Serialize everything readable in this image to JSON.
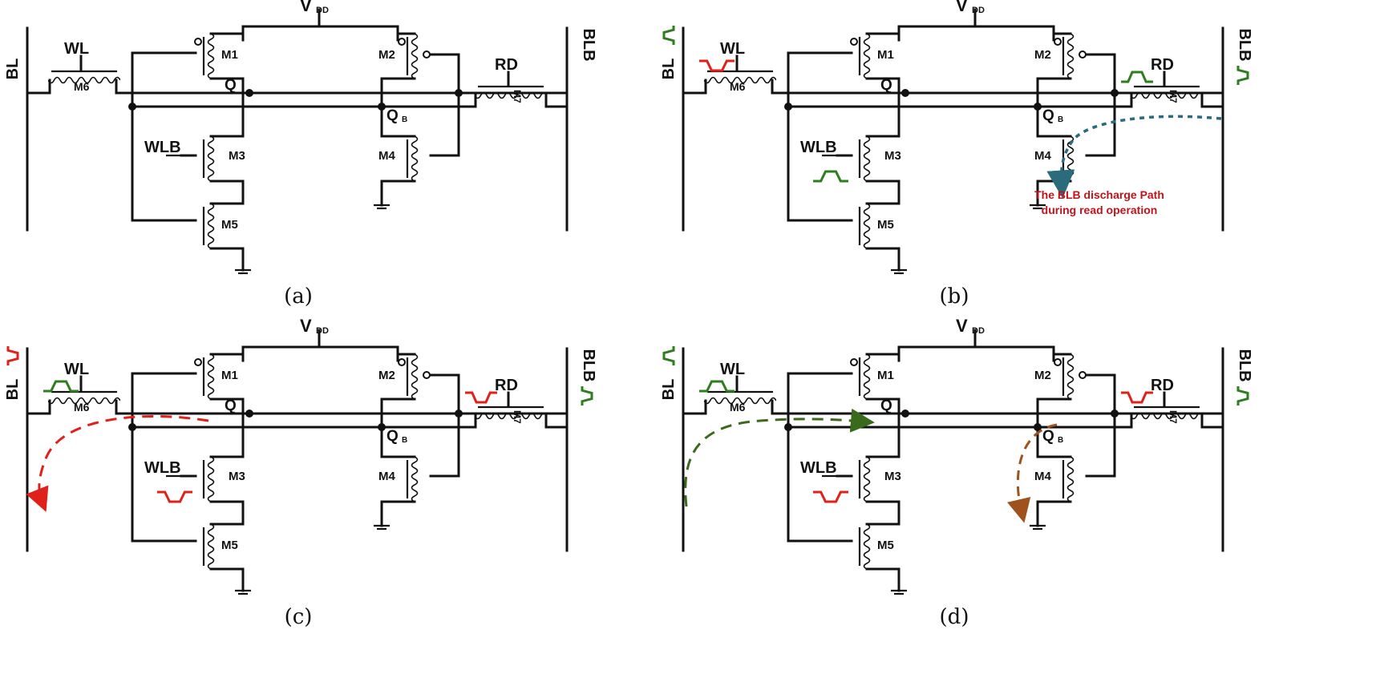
{
  "colors": {
    "wire": "#111111",
    "node_q": "#3a7a1c",
    "node_qb": "#b5651d",
    "pulse_green": "#2e7d1e",
    "pulse_red": "#e0201a",
    "path_teal": "#2a6b7c",
    "path_red": "#e0201a",
    "path_green": "#3a6b1c",
    "path_brown": "#a0521d"
  },
  "labels": {
    "vdd_main": "V",
    "vdd_sub": "DD",
    "bl": "BL",
    "blb": "BLB",
    "wl": "WL",
    "wlb": "WLB",
    "rd": "RD",
    "q": "Q",
    "qb_main": "Q",
    "qb_sub": "B",
    "m1": "M1",
    "m2": "M2",
    "m3": "M3",
    "m4": "M4",
    "m5": "M5",
    "m6": "M6",
    "m7": "M7"
  },
  "panels": [
    {
      "id": "a",
      "caption": "(a)",
      "bl_signal": "none",
      "blb_signal": "none",
      "wl_signal": "none",
      "wlb_signal": "none",
      "rd_signal": "none",
      "path": "none"
    },
    {
      "id": "b",
      "caption": "(b)",
      "bl_signal": "green-pulse",
      "blb_signal": "green-pulse",
      "wl_signal": "red-dip",
      "wlb_signal": "green-pulse",
      "rd_signal": "green-pulse",
      "path": "teal-blb-discharge"
    },
    {
      "id": "c",
      "caption": "(c)",
      "bl_signal": "red-dip",
      "blb_signal": "green-pulse",
      "wl_signal": "green-pulse",
      "wlb_signal": "red-dip",
      "rd_signal": "red-dip",
      "path": "red-bl-discharge"
    },
    {
      "id": "d",
      "caption": "(d)",
      "bl_signal": "green-pulse",
      "blb_signal": "green-pulse",
      "wl_signal": "green-pulse",
      "wlb_signal": "red-dip",
      "rd_signal": "red-dip",
      "path": "green-q-and-brown-qb"
    }
  ],
  "annotations": {
    "blb_path_line1": "The BLB discharge Path",
    "blb_path_line2": "during read operation"
  },
  "icons": [
    "nmos-transistor-icon",
    "pmos-transistor-icon",
    "ground-icon",
    "pulse-waveform-icon",
    "dashed-arrow-icon"
  ]
}
